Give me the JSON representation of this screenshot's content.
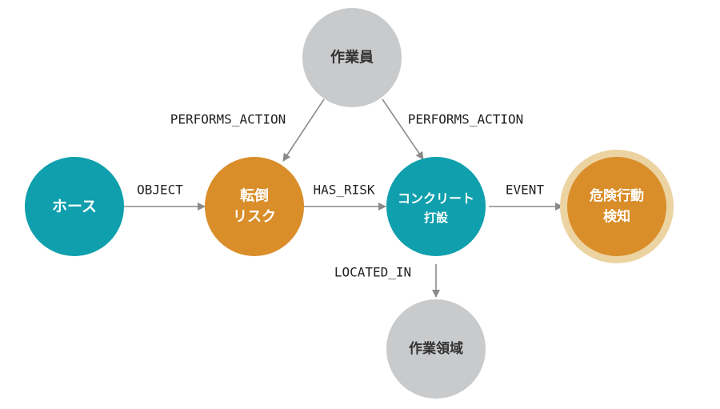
{
  "colors": {
    "teal": "#0f9fad",
    "orange": "#d98e2a",
    "gray": "#c9cacc",
    "halo": "#ecd3a2",
    "edge": "#8a8a8a"
  },
  "nodes": {
    "worker": {
      "lines": [
        "作業員"
      ]
    },
    "hose": {
      "lines": [
        "ホース"
      ]
    },
    "fall_risk": {
      "lines": [
        "転倒",
        "リスク"
      ]
    },
    "concrete_pouring": {
      "lines": [
        "コンクリート",
        "打設"
      ]
    },
    "danger_detection": {
      "lines": [
        "危険行動",
        "検知"
      ]
    },
    "work_area": {
      "lines": [
        "作業領域"
      ]
    }
  },
  "edges": {
    "worker_to_fall_risk": "PERFORMS_ACTION",
    "worker_to_concrete": "PERFORMS_ACTION",
    "hose_to_fall_risk": "OBJECT",
    "fall_risk_to_concrete": "HAS_RISK",
    "concrete_to_detection": "EVENT",
    "concrete_to_work_area": "LOCATED_IN"
  }
}
